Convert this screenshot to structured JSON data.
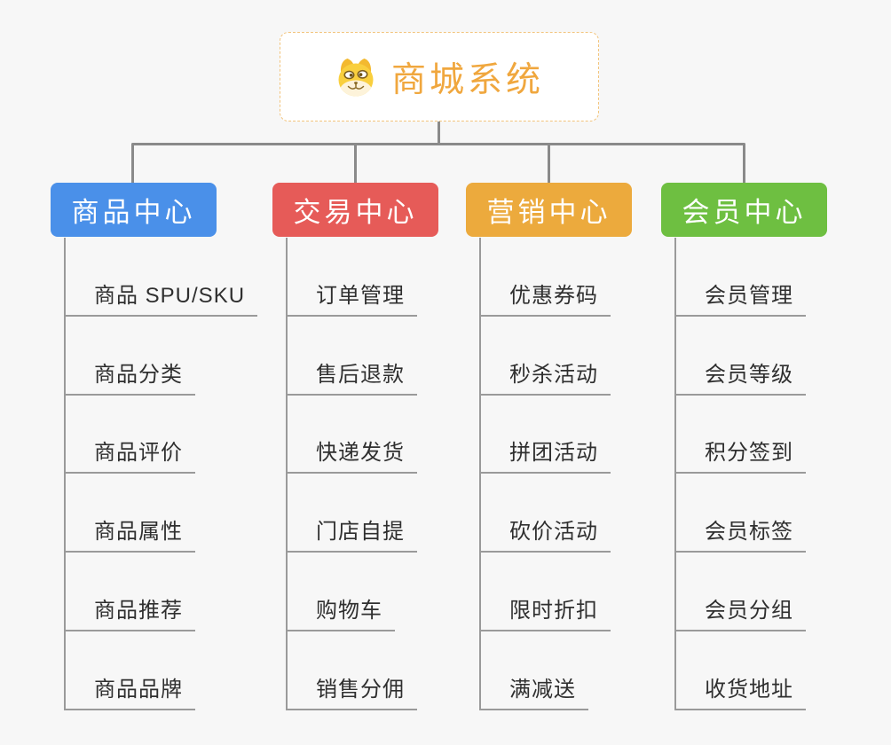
{
  "root": {
    "title": "商城系统",
    "icon": "dog-icon",
    "title_color": "#f0a73e",
    "border_color": "#f2c47c"
  },
  "connector_color": "#8a8a8a",
  "branches": [
    {
      "label": "商品中心",
      "color": "#4a90e9",
      "items": [
        "商品 SPU/SKU",
        "商品分类",
        "商品评价",
        "商品属性",
        "商品推荐",
        "商品品牌"
      ]
    },
    {
      "label": "交易中心",
      "color": "#e65b58",
      "items": [
        "订单管理",
        "售后退款",
        "快递发货",
        "门店自提",
        "购物车",
        "销售分佣"
      ]
    },
    {
      "label": "营销中心",
      "color": "#ecaa3d",
      "items": [
        "优惠券码",
        "秒杀活动",
        "拼团活动",
        "砍价活动",
        "限时折扣",
        "满减送"
      ]
    },
    {
      "label": "会员中心",
      "color": "#6ebf41",
      "items": [
        "会员管理",
        "会员等级",
        "积分签到",
        "会员标签",
        "会员分组",
        "收货地址"
      ]
    }
  ]
}
